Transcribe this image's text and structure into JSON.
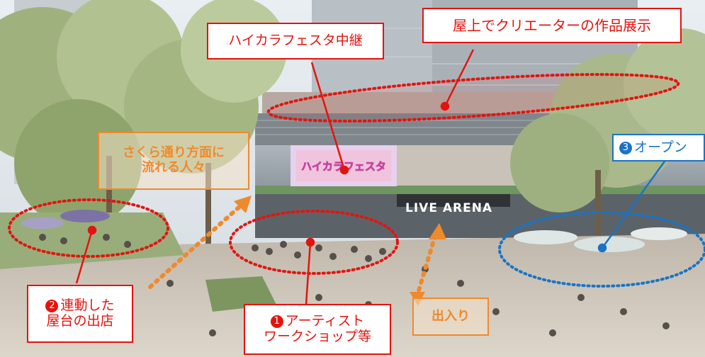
{
  "venue_sign": "LIVE ARENA",
  "labels": {
    "rooftop_exhibit": "屋上でクリエーターの作品展示",
    "haikara_relay": "ハイカラフェスタ中継",
    "sakura_flow": [
      "さくら通り方面に",
      "流れる人々"
    ],
    "open_terrace": {
      "num": "3",
      "text": "オープン"
    },
    "linked_stalls": {
      "num": "2",
      "lines": [
        "連動した",
        "屋台の出店"
      ]
    },
    "artist_workshop": {
      "num": "1",
      "lines": [
        "アーティスト",
        "ワークショップ等"
      ]
    },
    "entrance": "出入り"
  },
  "screen_text": "ハイカラフェスタ",
  "colors": {
    "red": "#e3140f",
    "orange": "#ef8a2c",
    "blue": "#1a73c6"
  }
}
